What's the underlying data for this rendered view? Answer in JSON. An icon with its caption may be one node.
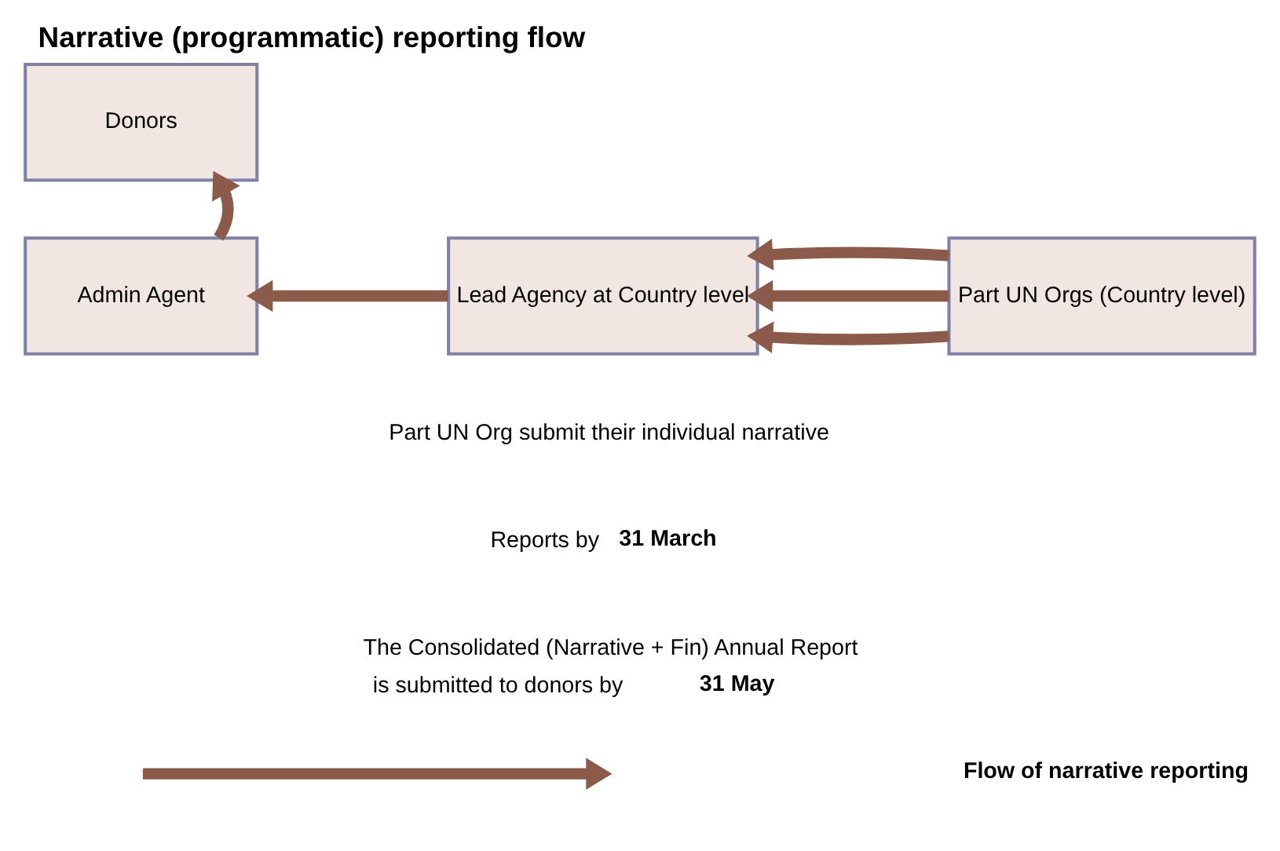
{
  "diagram": {
    "title": "Narrative (programmatic) reporting flow",
    "nodes": [
      {
        "text": [
          "Donors"
        ]
      },
      {
        "text": [
          "Admin Agent"
        ]
      },
      {
        "text": [
          "Lead Agency at Country level"
        ]
      },
      {
        "text": [
          "Part UN Orgs (Country level)"
        ]
      }
    ],
    "edges": [
      {
        "from": 1,
        "to": 0,
        "arrow": "to"
      },
      {
        "from": 2,
        "to": 1,
        "arrow": "to"
      },
      {
        "from": 3,
        "to": 2,
        "arrow": "to"
      },
      {
        "from": 3,
        "to": 2,
        "arrow": "to"
      },
      {
        "from": 3,
        "to": 2,
        "arrow": "to"
      }
    ],
    "labels": [
      "Part UN Org submit their individual narrative",
      "Reports by **31 March**",
      "The Consolidated (Narrative + Fin) Annual Report is submitted to donors by **31 May**"
    ],
    "legend": [
      {
        "text": "Flow of narrative reporting"
      }
    ]
  }
}
